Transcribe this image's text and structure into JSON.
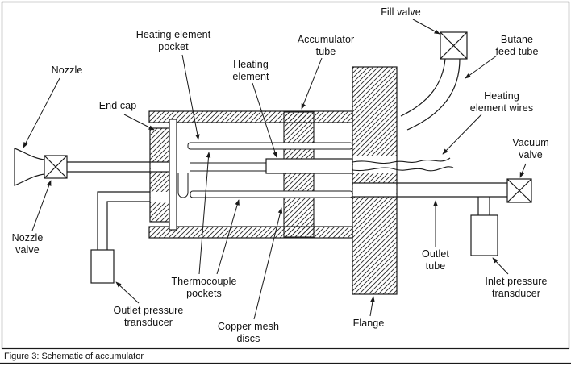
{
  "figure": {
    "caption": "Figure 3: Schematic of accumulator"
  },
  "labels": {
    "fill_valve": "Fill valve",
    "butane_feed_tube": "Butane\nfeed tube",
    "heating_element_pocket": "Heating element\npocket",
    "accumulator_tube": "Accumulator\ntube",
    "heating_element": "Heating\nelement",
    "nozzle": "Nozzle",
    "end_cap": "End cap",
    "heating_element_wires": "Heating\nelement wires",
    "vacuum_valve": "Vacuum\nvalve",
    "nozzle_valve": "Nozzle\nvalve",
    "outlet_tube": "Outlet\ntube",
    "inlet_pressure_transducer": "Inlet pressure\ntransducer",
    "thermocouple_pockets": "Thermocouple\npockets",
    "outlet_pressure_transducer": "Outlet pressure\ntransducer",
    "copper_mesh_discs": "Copper mesh\ndiscs",
    "flange": "Flange"
  },
  "colors": {
    "diagram_line": "#1a1a1a",
    "background": "#ffffff"
  }
}
